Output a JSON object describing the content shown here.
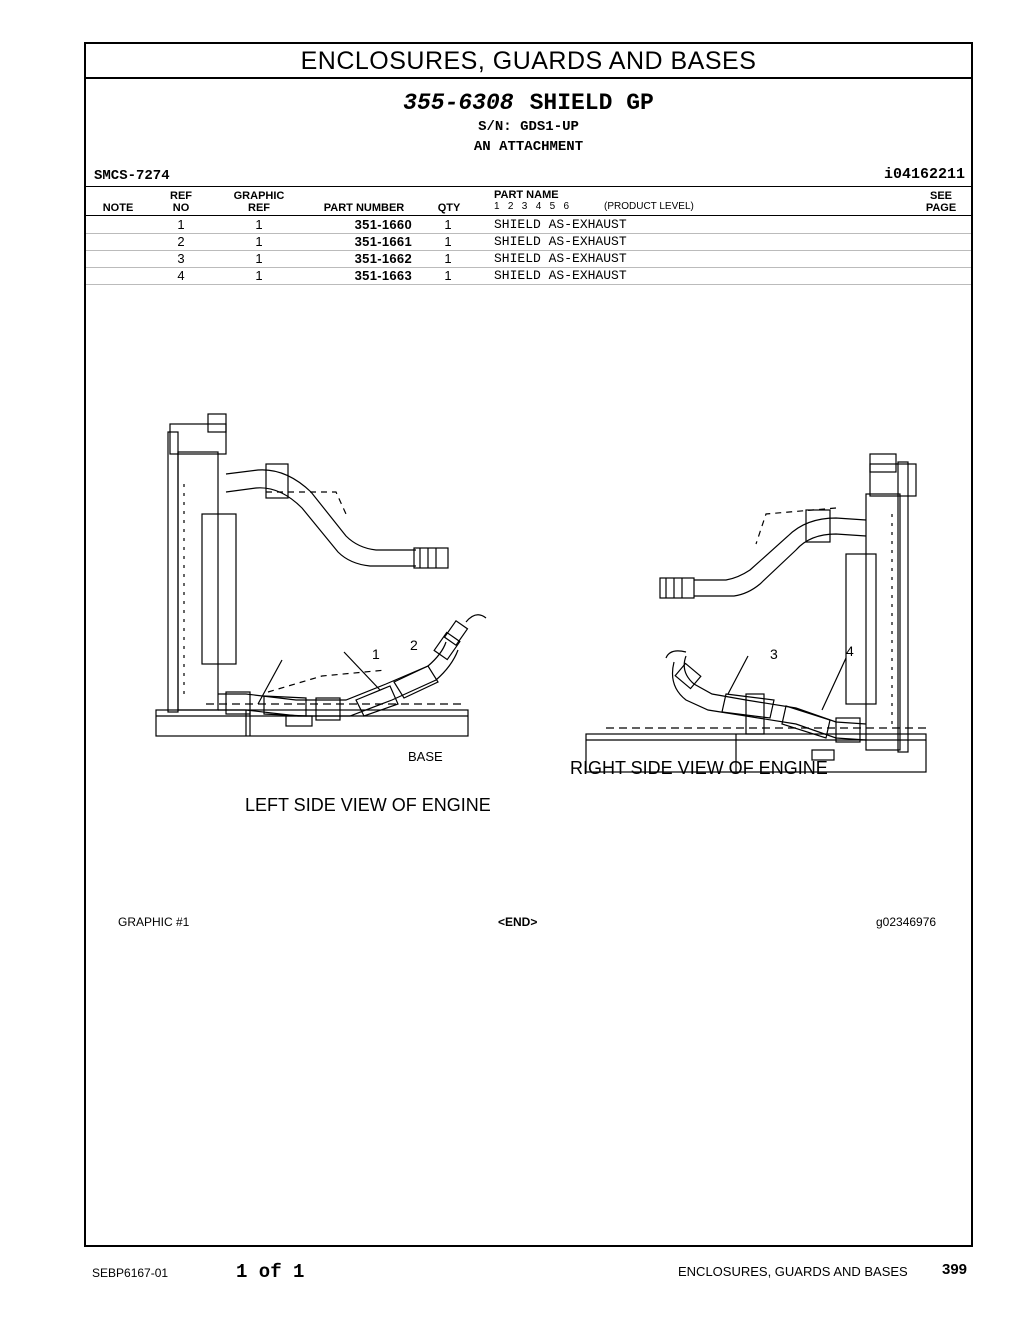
{
  "header": {
    "section_title": "ENCLOSURES, GUARDS AND BASES",
    "group_number": "355-6308",
    "group_name": "SHIELD GP",
    "serial": "S/N: GDS1-UP",
    "attachment": "AN ATTACHMENT",
    "smcs": "SMCS-7274",
    "info_ref": "i04162211"
  },
  "columns": {
    "note": "NOTE",
    "ref_top": "REF",
    "ref_bottom": "NO",
    "graphic_top": "GRAPHIC",
    "graphic_bottom": "REF",
    "part_number": "PART NUMBER",
    "qty": "QTY",
    "part_name": "PART NAME",
    "levels": "1   2   3   4   5   6",
    "product_level": "(PRODUCT LEVEL)",
    "see_top": "SEE",
    "see_bottom": "PAGE"
  },
  "parts": [
    {
      "ref": "1",
      "graphic": "1",
      "part_number": "351-1660",
      "qty": "1",
      "name": "SHIELD AS-EXHAUST"
    },
    {
      "ref": "2",
      "graphic": "1",
      "part_number": "351-1661",
      "qty": "1",
      "name": "SHIELD AS-EXHAUST"
    },
    {
      "ref": "3",
      "graphic": "1",
      "part_number": "351-1662",
      "qty": "1",
      "name": "SHIELD AS-EXHAUST"
    },
    {
      "ref": "4",
      "graphic": "1",
      "part_number": "351-1663",
      "qty": "1",
      "name": "SHIELD AS-EXHAUST"
    }
  ],
  "figure": {
    "left_caption": "LEFT SIDE VIEW OF ENGINE",
    "right_caption": "RIGHT SIDE VIEW OF ENGINE",
    "base_label": "BASE",
    "callouts": [
      "1",
      "2",
      "3",
      "4"
    ]
  },
  "figure_footer": {
    "graphic_label": "GRAPHIC #1",
    "end_label": "<END>",
    "graphic_id": "g02346976"
  },
  "page_footer": {
    "doc_id": "SEBP6167-01",
    "page_of": "1 of 1",
    "section": "ENCLOSURES, GUARDS AND BASES",
    "page_number": "399"
  }
}
